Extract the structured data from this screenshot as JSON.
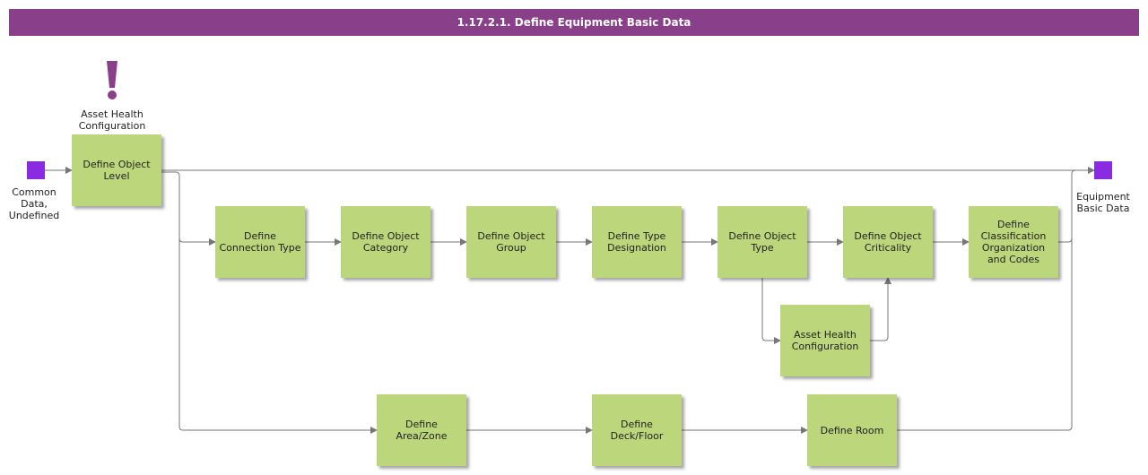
{
  "title": "1.17.2.1. Define Equipment Basic Data",
  "colors": {
    "header": "#8a3f8a",
    "process": "#bcd67c",
    "terminal": "#8a2be2",
    "warning": "#8a3f8a",
    "line": "#777777"
  },
  "warning": {
    "icon": "exclamation-icon",
    "label": "Asset Health\nConfiguration"
  },
  "start": {
    "label": "Common\nData,\nUndefined"
  },
  "end": {
    "label": "Equipment\nBasic Data"
  },
  "processes": {
    "object_level": "Define Object\nLevel",
    "connection_type": "Define\nConnection Type",
    "object_category": "Define Object\nCategory",
    "object_group": "Define Object\nGroup",
    "type_designation": "Define Type\nDesignation",
    "object_type": "Define Object\nType",
    "object_criticality": "Define Object\nCriticality",
    "classification": "Define\nClassification\nOrganization\nand Codes",
    "asset_health": "Asset Health\nConfiguration",
    "area_zone": "Define\nArea/Zone",
    "deck_floor": "Define\nDeck/Floor",
    "room": "Define Room"
  }
}
